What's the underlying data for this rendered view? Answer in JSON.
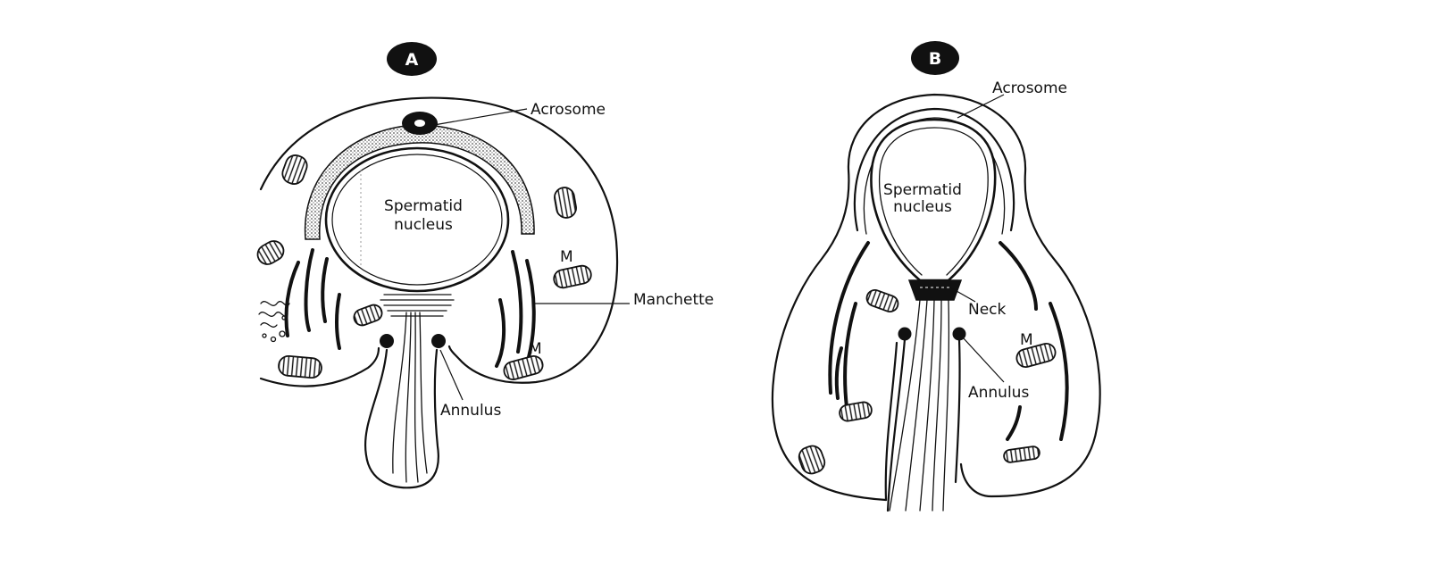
{
  "panel_a": {
    "badge": "A",
    "nucleus_line1": "Spermatid",
    "nucleus_line2": "nucleus",
    "acrosome": "Acrosome",
    "manchette": "Manchette",
    "annulus": "Annulus",
    "mito_upper": "M",
    "mito_lower": "M"
  },
  "panel_b": {
    "badge": "B",
    "nucleus_line1": "Spermatid",
    "nucleus_line2": "nucleus",
    "acrosome": "Acrosome",
    "neck": "Neck",
    "annulus": "Annulus",
    "mito": "M"
  }
}
